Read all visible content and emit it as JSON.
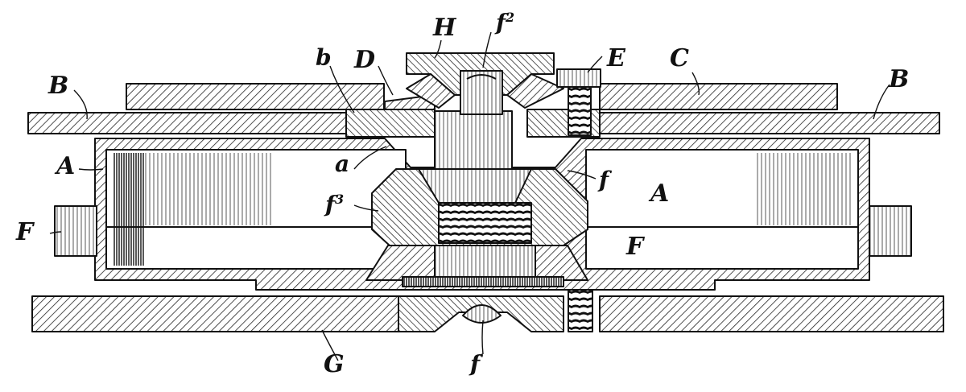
{
  "drawing": {
    "labels": {
      "B_left": "B",
      "B_right": "B",
      "b": "b",
      "D": "D",
      "H": "H",
      "f2": "f",
      "f2_sup": "2",
      "E": "E",
      "C": "C",
      "A_left": "A",
      "A_right": "A",
      "a": "a",
      "f": "f",
      "f3": "f",
      "f3_sup": "3",
      "F_left": "F",
      "F_right": "F",
      "G": "G",
      "f1": "f",
      "f1_sup": "′"
    }
  }
}
